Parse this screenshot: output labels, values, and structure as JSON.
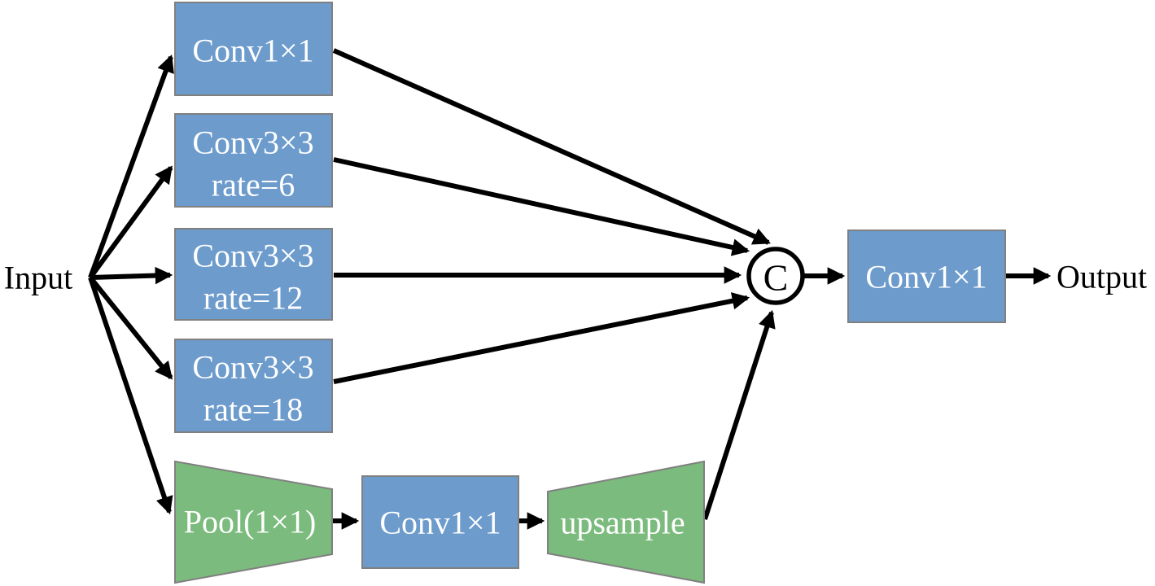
{
  "colors": {
    "conv_fill": "#6c9bcc",
    "pool_fill": "#7bbb7d",
    "node_border": "#808080",
    "arrow": "#000000",
    "node_text": "#ffffff",
    "io_text": "#000000",
    "concat_fill": "#ffffff",
    "background": "#ffffff"
  },
  "labels": {
    "input": "Input",
    "output": "Output",
    "concat": "C"
  },
  "aspp_branches": [
    {
      "line1": "Conv1×1",
      "line2": ""
    },
    {
      "line1": "Conv3×3",
      "line2": "rate=6"
    },
    {
      "line1": "Conv3×3",
      "line2": "rate=12"
    },
    {
      "line1": "Conv3×3",
      "line2": "rate=18"
    }
  ],
  "pooling_branch": {
    "pool": "Pool(1×1)",
    "conv": "Conv1×1",
    "upsample": "upsample"
  },
  "output_projection": "Conv1×1"
}
